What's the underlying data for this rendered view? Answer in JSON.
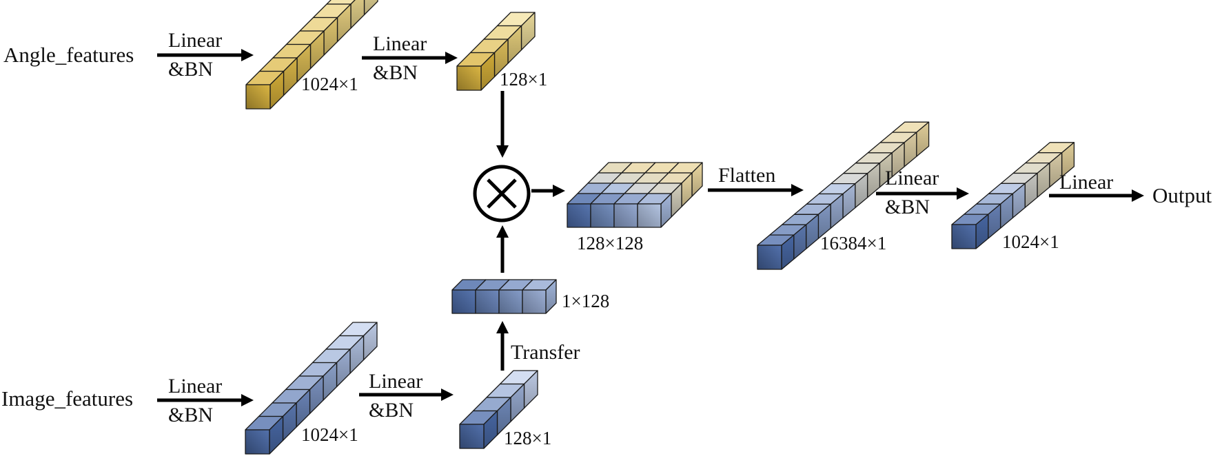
{
  "diagram": {
    "inputs": {
      "angle": "Angle_features",
      "image": "Image_features"
    },
    "ops": {
      "angle_linear1": [
        "Linear",
        "&BN"
      ],
      "angle_linear2": [
        "Linear",
        "&BN"
      ],
      "image_linear1": [
        "Linear",
        "&BN"
      ],
      "image_linear2": [
        "Linear",
        "&BN"
      ],
      "transfer": "Transfer",
      "multiply": "×",
      "flatten": "Flatten",
      "linear_bn_3": [
        "Linear",
        "&BN"
      ],
      "linear_out": "Linear"
    },
    "tensors": {
      "angle_1024": {
        "label": "1024×1",
        "segments": 8,
        "theme": "gold"
      },
      "angle_128": {
        "label": "128×1",
        "segments": 4,
        "theme": "gold"
      },
      "image_1024": {
        "label": "1024×1",
        "segments": 8,
        "theme": "blue"
      },
      "image_128": {
        "label": "128×1",
        "segments": 4,
        "theme": "blue"
      },
      "image_transposed": {
        "label": "1×128",
        "segments": 4,
        "theme": "blue"
      },
      "outer_product": {
        "label": "128×128",
        "grid": [
          4,
          4
        ],
        "theme": "blue-to-gold"
      },
      "flattened": {
        "label": "16384×1",
        "segments": 12,
        "theme": "blue-to-gold"
      },
      "hidden_1024": {
        "label": "1024×1",
        "segments": 8,
        "theme": "blue-to-gold"
      }
    },
    "output": "Output",
    "colors": {
      "gold_light": "#f7e7a8",
      "gold_mid": "#e2c25a",
      "gold_dark": "#8a6a12",
      "blue_light": "#c8d6f0",
      "blue_mid": "#7f9bd0",
      "blue_dark": "#27406f",
      "cream": "#efe3b5"
    }
  }
}
